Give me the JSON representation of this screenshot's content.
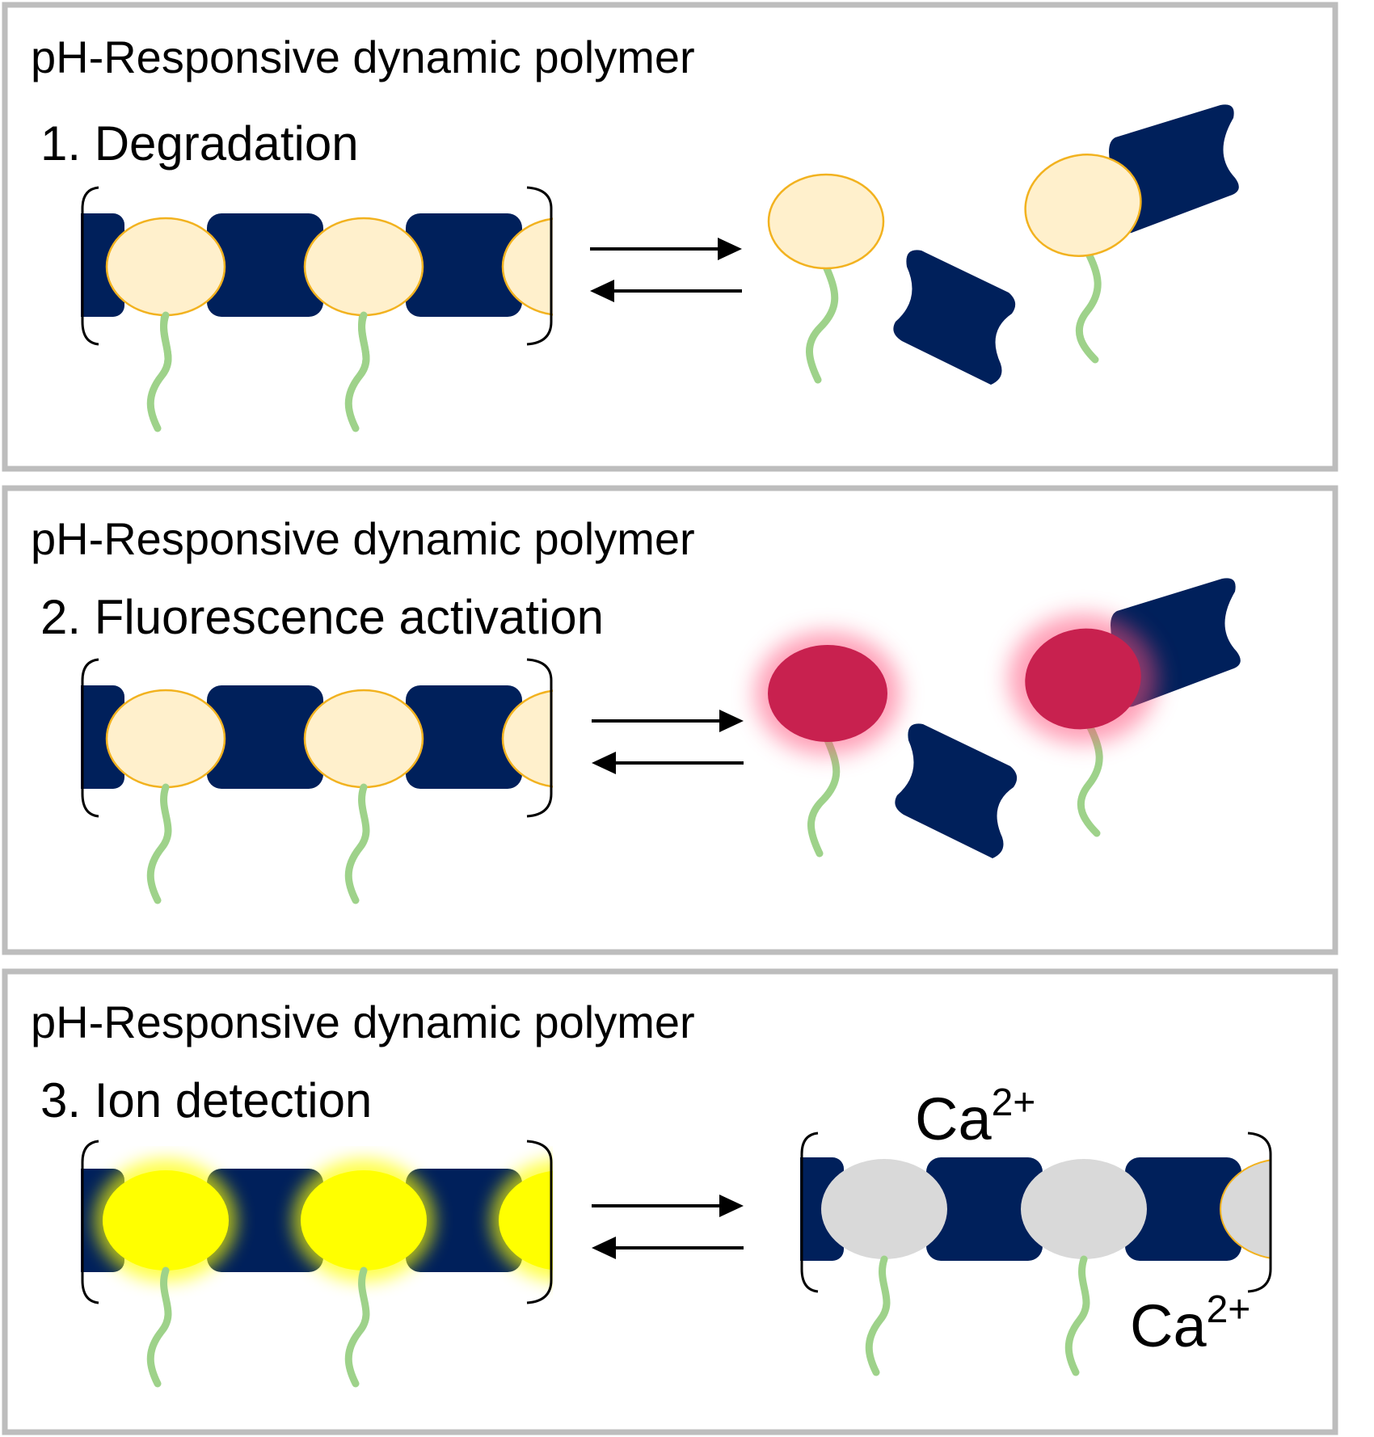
{
  "panels": [
    {
      "title": "pH-Responsive dynamic polymer",
      "subtitle": "1. Degradation"
    },
    {
      "title": "pH-Responsive dynamic polymer",
      "subtitle": "2. Fluorescence activation"
    },
    {
      "title": "pH-Responsive dynamic polymer",
      "subtitle": "3. Ion detection"
    }
  ],
  "ion": {
    "base": "Ca",
    "charge": "2+"
  },
  "colors": {
    "block": "#00205b",
    "unit_pale": "#fff0cc",
    "unit_outline": "#f2b21f",
    "tail": "#9ed28a",
    "fluor_red": "#c8214f",
    "glow_red": "#ff4f7a",
    "fluor_yellow": "#ffff00",
    "bound_grey": "#d9d9d9",
    "panel_border": "#bdbdbd",
    "arrow": "#000000"
  }
}
